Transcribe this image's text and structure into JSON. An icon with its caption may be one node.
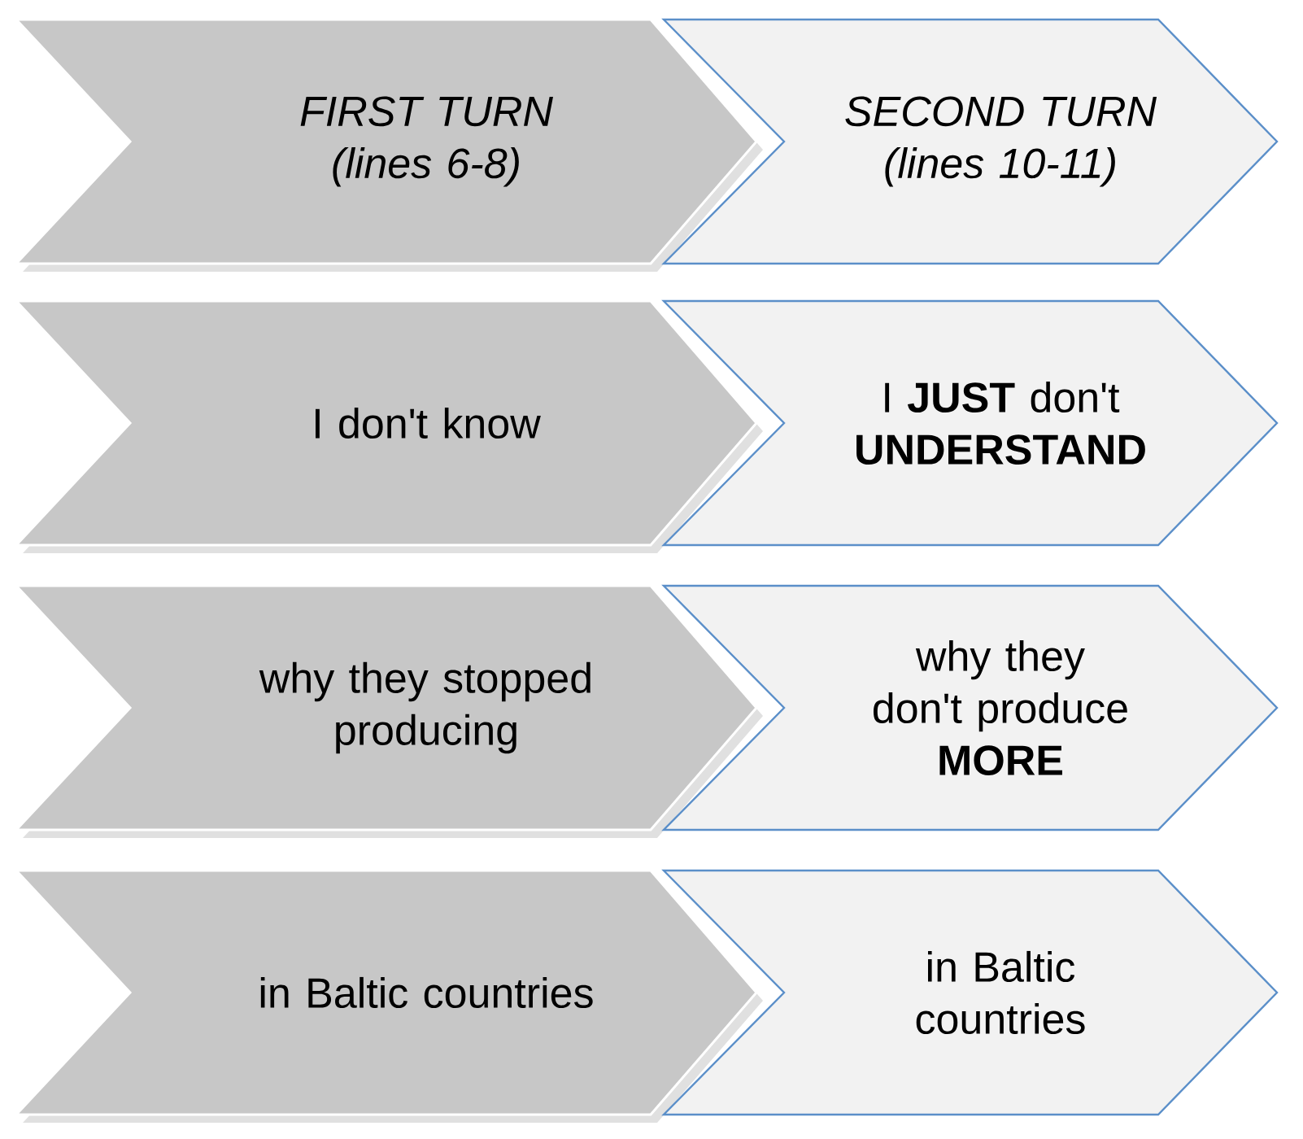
{
  "diagram": {
    "nodes": [
      {
        "text": [
          "FIRST TURN (lines 6-8)"
        ]
      },
      {
        "text": [
          "SECOND TURN (lines 10-11)"
        ]
      },
      {
        "text": [
          "I don't know"
        ]
      },
      {
        "text": [
          "I **JUST** don't **UNDERSTAND**"
        ]
      },
      {
        "text": [
          "why they stopped producing"
        ]
      },
      {
        "text": [
          "why they don't produce **MORE**"
        ]
      },
      {
        "text": [
          "in Baltic countries"
        ]
      },
      {
        "text": [
          "in Baltic countries"
        ]
      }
    ]
  }
}
